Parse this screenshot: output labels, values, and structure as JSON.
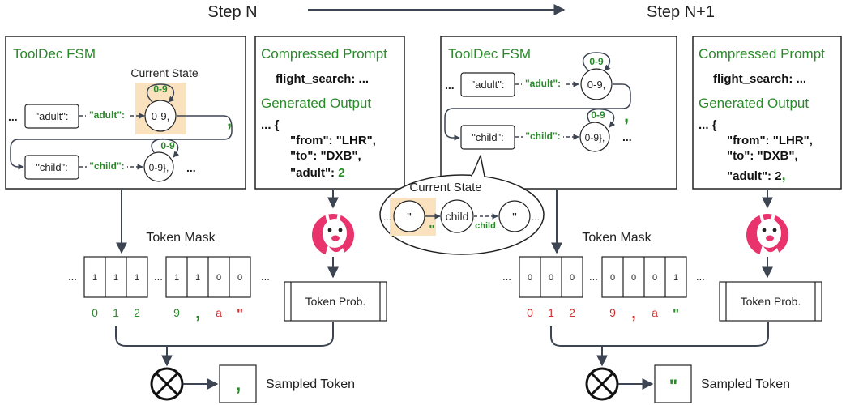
{
  "header": {
    "left": "Step N",
    "right": "Step N+1"
  },
  "colors": {
    "green": "#2a8a2a",
    "red": "#d32f2f",
    "highlight": "#fbe2bf",
    "dark": "#3d4452",
    "llama_pink": "#e8336d"
  },
  "step_n": {
    "fsm_title": "ToolDec FSM",
    "current_state_label": "Current State",
    "state_adult_box": "\"adult\":",
    "edge_adult": "\"adult\":",
    "state_digits": "0-9,",
    "loop_digits": "0-9",
    "comma": ",",
    "state_child_box": "\"child\":",
    "edge_child": "\"child\":",
    "state_digits_end": "0-9},",
    "loop_digits_2": "0-9",
    "dots_left": "...",
    "dots_right": "...",
    "prompt_title": "Compressed Prompt",
    "prompt_text": "flight_search: ...",
    "output_title": "Generated Output",
    "output_lines": [
      "... {",
      "\"from\": \"LHR\",",
      "\"to\": \"DXB\",",
      "\"adult\": "
    ],
    "output_value": "2",
    "token_mask_title": "Token Mask",
    "mask_group1": [
      "1",
      "1",
      "1"
    ],
    "mask_group2": [
      "1",
      "1",
      "0",
      "0"
    ],
    "mask_dots": "...",
    "token_labels_1": [
      "0",
      "1",
      "2"
    ],
    "token_labels_2": [
      "9",
      ",",
      "a",
      "\""
    ],
    "token_prob": "Token Prob.",
    "sampled_token": ",",
    "sampled_label": "Sampled Token"
  },
  "bubble": {
    "title": "Current State",
    "state_left": "\"",
    "edge_quote": "\"",
    "state_mid": "child",
    "edge_child": "child",
    "state_right": "\"",
    "dots_left": "...",
    "dots_right": "..."
  },
  "step_n1": {
    "fsm_title": "ToolDec FSM",
    "state_adult_box": "\"adult\":",
    "edge_adult": "\"adult\":",
    "state_digits": "0-9,",
    "loop_digits": "0-9",
    "comma": ",",
    "state_child_box": "\"child\":",
    "edge_child": "\"child\":",
    "state_digits_end": "0-9},",
    "loop_digits_2": "0-9",
    "dots_left": "...",
    "dots_right": "...",
    "prompt_title": "Compressed Prompt",
    "prompt_text": "flight_search: ...",
    "output_title": "Generated Output",
    "output_lines": [
      "... {",
      "\"from\": \"LHR\",",
      "\"to\": \"DXB\",",
      "\"adult\": 2"
    ],
    "output_value": ",",
    "token_mask_title": "Token Mask",
    "mask_group1": [
      "0",
      "0",
      "0"
    ],
    "mask_group2": [
      "0",
      "0",
      "0",
      "1"
    ],
    "mask_dots": "...",
    "token_labels_1": [
      "0",
      "1",
      "2"
    ],
    "token_labels_2": [
      "9",
      ",",
      "a",
      "\""
    ],
    "token_prob": "Token Prob.",
    "sampled_token": "\"",
    "sampled_label": "Sampled Token"
  }
}
